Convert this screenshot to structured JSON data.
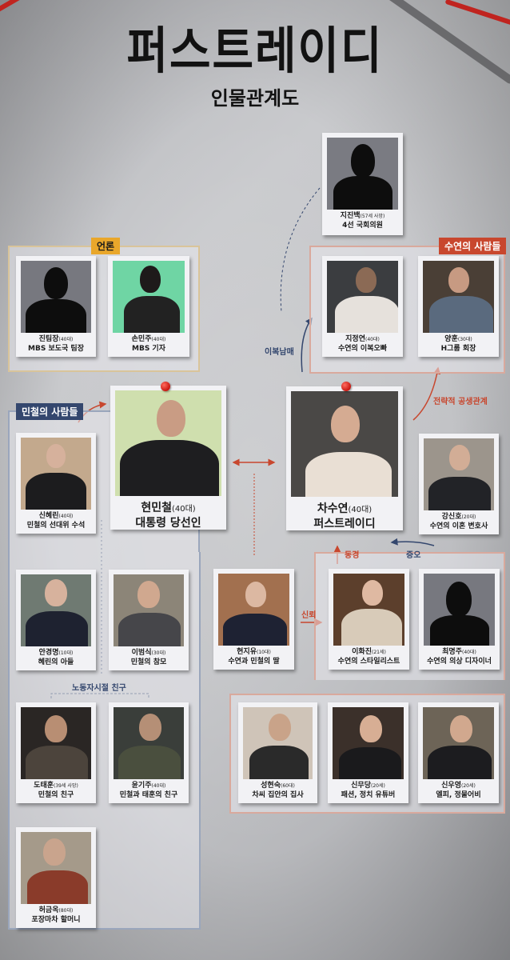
{
  "header": {
    "title": "퍼스트레이디",
    "subtitle": "인물관계도"
  },
  "colors": {
    "accent_red": "#c8472e",
    "accent_navy": "#34476e",
    "press_gold": "#e9a72b",
    "frame_red": "#d9a99d",
    "frame_navy": "#9aa6bc",
    "frame_gold": "#d9c49a"
  },
  "groups": {
    "press": {
      "label": "언론"
    },
    "suyeon_people": {
      "label": "수연의 사람들"
    },
    "mincheol_people": {
      "label": "민철의 사람들"
    },
    "labor_friends": {
      "label": "노동자시절 친구"
    }
  },
  "relations": {
    "half_siblings": "이복남매",
    "strategic": "전략적 공생관계",
    "admiration": "동경",
    "hatred": "증오",
    "trust": "신뢰"
  },
  "characters": {
    "ji_jinbaek": {
      "name": "지진백",
      "age": "(57세 사망)",
      "role": "4선 국회의원",
      "photo": "silhouette"
    },
    "jin_team": {
      "name": "진팀장",
      "age": "(40대)",
      "role": "MBS 보도국 팀장",
      "photo": "silhouette"
    },
    "son_minju": {
      "name": "손민주",
      "age": "(40대)",
      "role": "MBS 기자",
      "photo": "portrait"
    },
    "ji_jeongyeon": {
      "name": "지정연",
      "age": "(40대)",
      "role": "수연의 이복오빠",
      "photo": "portrait"
    },
    "yang_hun": {
      "name": "양훈",
      "age": "(30대)",
      "role": "H그룹 회장",
      "photo": "portrait"
    },
    "hyun_mincheol": {
      "name": "현민철",
      "age": "(40대)",
      "role": "대통령 당선인",
      "photo": "portrait"
    },
    "cha_suyeon": {
      "name": "차수연",
      "age": "(40대)",
      "role": "퍼스트레이디",
      "photo": "portrait"
    },
    "shin_hyerin": {
      "name": "신혜린",
      "age": "(40대)",
      "role": "민철의 선대위 수석",
      "photo": "portrait"
    },
    "kang_shinho": {
      "name": "강신호",
      "age": "(20대)",
      "role": "수연의 이혼 변호사",
      "photo": "portrait"
    },
    "an_gyeongmyeong": {
      "name": "안경명",
      "age": "(10대)",
      "role": "혜린의 아들",
      "photo": "portrait"
    },
    "lee_beomsik": {
      "name": "이범식",
      "age": "(30대)",
      "role": "민철의 참모",
      "photo": "portrait"
    },
    "hyun_jiyu": {
      "name": "현지유",
      "age": "(10대)",
      "role": "수연과 민철의 딸",
      "photo": "portrait"
    },
    "lee_hwajin": {
      "name": "이화진",
      "age": "(21세)",
      "role": "수연의 스타일리스트",
      "photo": "portrait"
    },
    "choi_myeongju": {
      "name": "최명주",
      "age": "(40대)",
      "role": "수연의 의상 디자이너",
      "photo": "silhouette"
    },
    "do_taehun": {
      "name": "도태훈",
      "age": "(39세 사망)",
      "role": "민철의 친구",
      "photo": "portrait"
    },
    "yun_giju": {
      "name": "윤기주",
      "age": "(40대)",
      "role": "민철과 태훈의 친구",
      "photo": "portrait"
    },
    "seong_hyeonsuk": {
      "name": "성현숙",
      "age": "(60대)",
      "role": "차씨 집안의 집사",
      "photo": "portrait"
    },
    "shin_mudang": {
      "name": "신무당",
      "age": "(20세)",
      "role": "패션, 정치 유튜버",
      "photo": "portrait"
    },
    "shin_uyeong": {
      "name": "신우영",
      "age": "(20세)",
      "role": "엘피, 정물어비",
      "photo": "portrait"
    },
    "heo_geumok": {
      "name": "허금옥",
      "age": "(80대)",
      "role": "포장마차 할머니",
      "photo": "portrait"
    }
  }
}
